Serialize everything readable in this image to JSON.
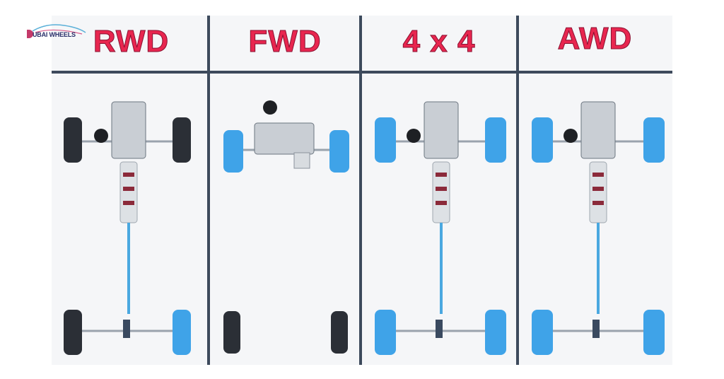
{
  "brand": {
    "logo_letter": "D",
    "logo_text": "UBAI WHEELS"
  },
  "columns": [
    {
      "label": "RWD",
      "front_wheels": "black",
      "rear_wheels": "left-black-right-blue",
      "engine": "longitudinal",
      "driveshaft": true
    },
    {
      "label": "FWD",
      "front_wheels": "blue",
      "rear_wheels": "black",
      "engine": "transverse",
      "driveshaft": false
    },
    {
      "label": "4 x 4",
      "front_wheels": "blue",
      "rear_wheels": "blue",
      "engine": "longitudinal",
      "driveshaft": true
    },
    {
      "label": "AWD",
      "front_wheels": "blue",
      "rear_wheels": "blue",
      "engine": "longitudinal",
      "driveshaft": true
    }
  ],
  "colors": {
    "title": "#e8264f",
    "divider": "#3d4a5c",
    "driven_wheel": "#3fa3e8",
    "undriven_wheel": "#2b2f36",
    "shaft": "#4aa8e0"
  }
}
